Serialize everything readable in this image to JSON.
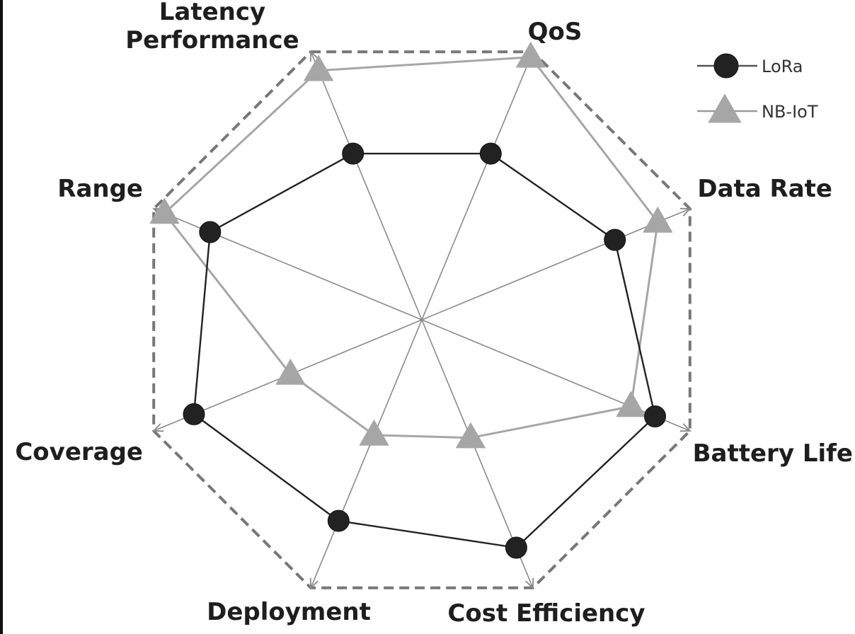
{
  "chart_data": {
    "type": "radar",
    "axes": [
      "Latency Performance",
      "QoS",
      "Data Rate",
      "Battery Life",
      "Cost Efficiency",
      "Deployment",
      "Coverage",
      "Range"
    ],
    "axis_label_lines": [
      [
        "Latency",
        "Performance"
      ],
      [
        "QoS"
      ],
      [
        "Data Rate"
      ],
      [
        "Battery Life"
      ],
      [
        "Cost Efficiency"
      ],
      [
        "Deployment"
      ],
      [
        "Coverage"
      ],
      [
        "Range"
      ]
    ],
    "range": [
      0,
      1
    ],
    "grid": false,
    "legend_position": "top-right",
    "series": [
      {
        "name": "LoRa",
        "marker": "circle",
        "color": "#222222",
        "values": [
          0.62,
          0.62,
          0.72,
          0.87,
          0.85,
          0.75,
          0.85,
          0.79
        ]
      },
      {
        "name": "NB-IoT",
        "marker": "triangle",
        "color": "#a6a6a6",
        "values": [
          0.93,
          0.98,
          0.88,
          0.78,
          0.44,
          0.43,
          0.49,
          0.96
        ]
      }
    ],
    "colors": {
      "outline": "#777777",
      "spokes": "#8a8a8a",
      "text": "#1e1e1e"
    }
  }
}
